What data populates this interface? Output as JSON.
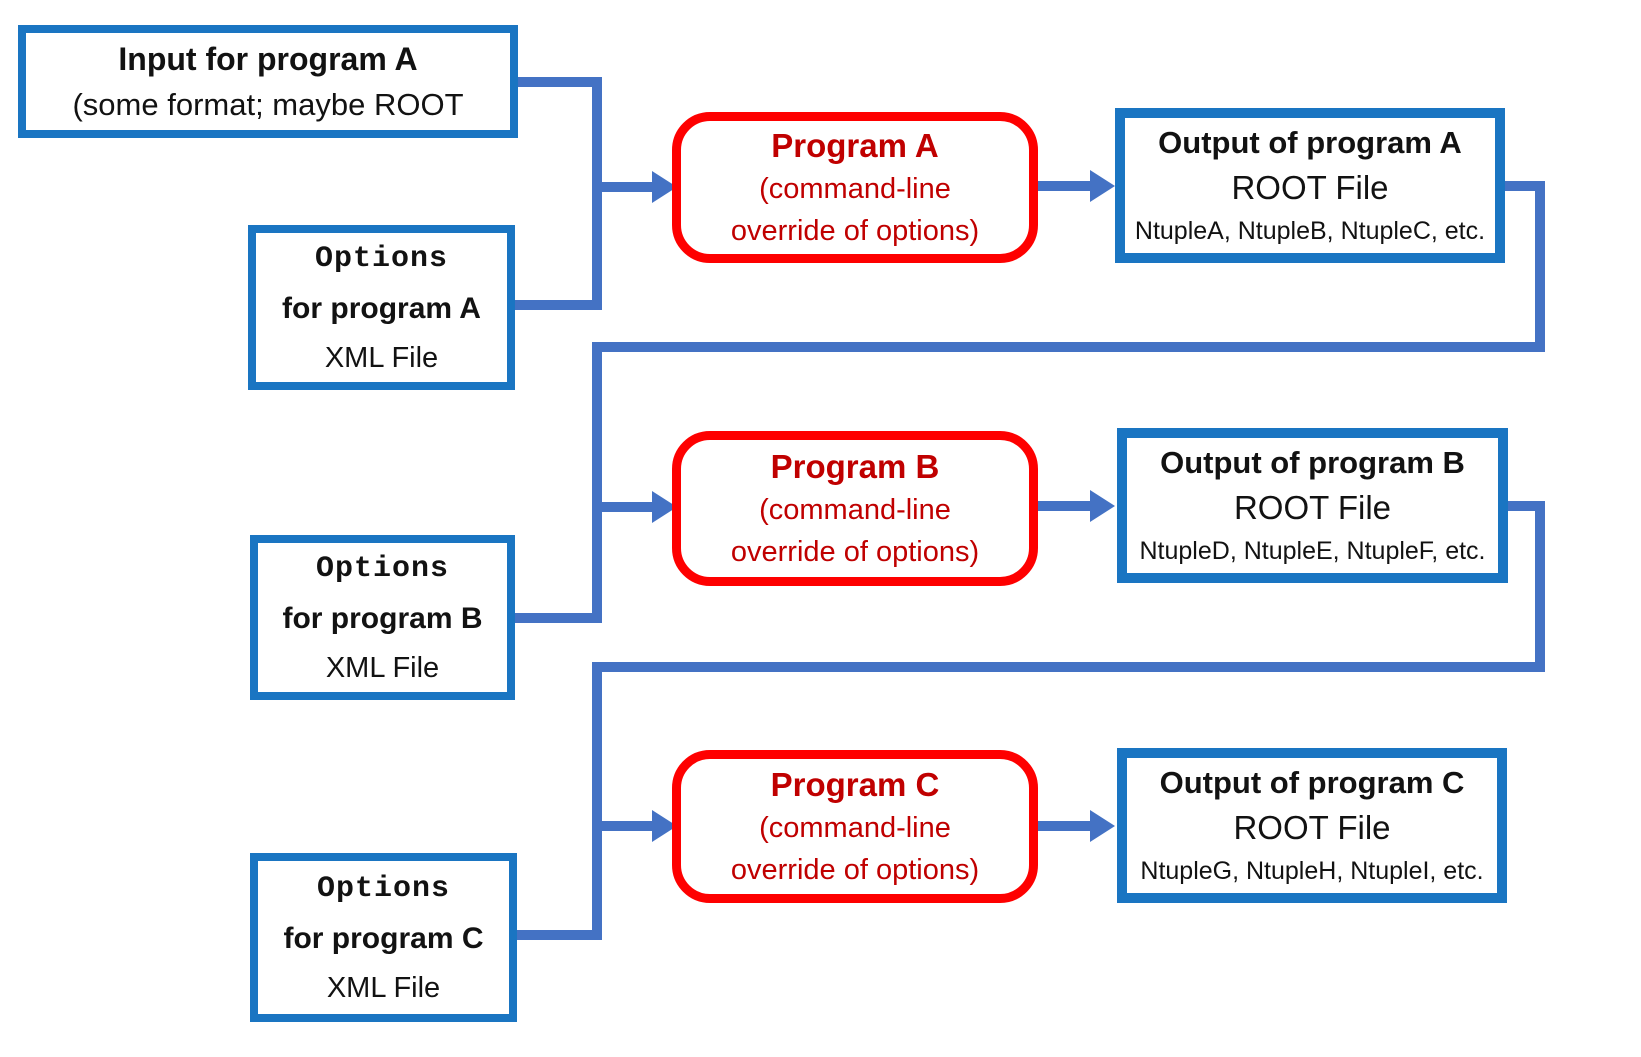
{
  "colors": {
    "box_border_blue": "#1a75c2",
    "connector_blue": "#4472c4",
    "program_border_red": "#fe0000",
    "program_text_red": "#c00000",
    "text_color": "#121212",
    "background": "#ffffff"
  },
  "rows": [
    {
      "id": "A",
      "input": {
        "title": "Input for program A",
        "subtitle": "(some format; maybe ROOT"
      },
      "options": {
        "name": "Options",
        "target": "for program A",
        "format": "XML File"
      },
      "program": {
        "title": "Program A",
        "note_line1": "(command-line",
        "note_line2": "override of options)"
      },
      "output": {
        "title": "Output of program A",
        "file_type": "ROOT File",
        "contents": "NtupleA, NtupleB, NtupleC, etc."
      }
    },
    {
      "id": "B",
      "options": {
        "name": "Options",
        "target": "for program B",
        "format": "XML File"
      },
      "program": {
        "title": "Program B",
        "note_line1": "(command-line",
        "note_line2": "override of options)"
      },
      "output": {
        "title": "Output of program B",
        "file_type": "ROOT File",
        "contents": "NtupleD, NtupleE, NtupleF, etc."
      }
    },
    {
      "id": "C",
      "options": {
        "name": "Options",
        "target": "for program C",
        "format": "XML File"
      },
      "program": {
        "title": "Program C",
        "note_line1": "(command-line",
        "note_line2": "override of options)"
      },
      "output": {
        "title": "Output of program C",
        "file_type": "ROOT File",
        "contents": "NtupleG, NtupleH, NtupleI, etc."
      }
    }
  ]
}
